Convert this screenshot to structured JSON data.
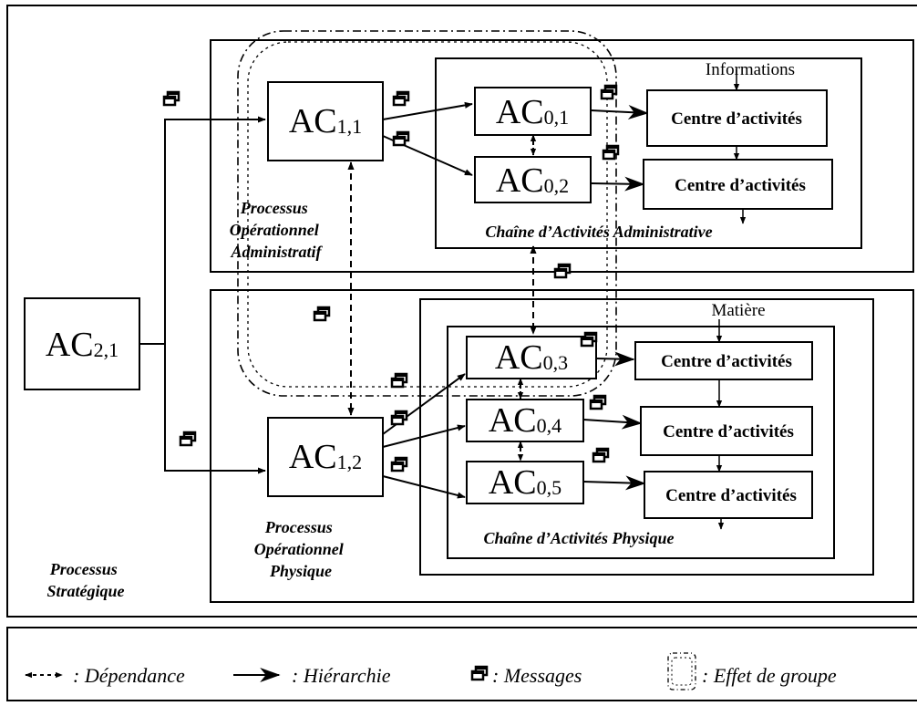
{
  "ac": {
    "ac21": {
      "main": "AC",
      "sub": "2,1"
    },
    "ac11": {
      "main": "AC",
      "sub": "1,1"
    },
    "ac12": {
      "main": "AC",
      "sub": "1,2"
    },
    "ac01": {
      "main": "AC",
      "sub": "0,1"
    },
    "ac02": {
      "main": "AC",
      "sub": "0,2"
    },
    "ac03": {
      "main": "AC",
      "sub": "0,3"
    },
    "ac04": {
      "main": "AC",
      "sub": "0,4"
    },
    "ac05": {
      "main": "AC",
      "sub": "0,5"
    }
  },
  "centre_label": "Centre d’activités",
  "inputs": {
    "admin": "Informations",
    "physique": "Matière"
  },
  "labels": {
    "strategique": [
      "Processus",
      "Stratégique"
    ],
    "op_admin": [
      "Processus",
      "Opérationnel",
      "Administratif"
    ],
    "op_physique": [
      "Processus",
      "Opérationnel",
      "Physique"
    ],
    "chaine_admin": "Chaîne d’Activités Administrative",
    "chaine_physique": "Chaîne d’Activités Physique"
  },
  "legend": {
    "dependance": ": Dépendance",
    "hierarchie": ": Hiérarchie",
    "messages": ": Messages",
    "groupe": ": Effet de groupe"
  }
}
